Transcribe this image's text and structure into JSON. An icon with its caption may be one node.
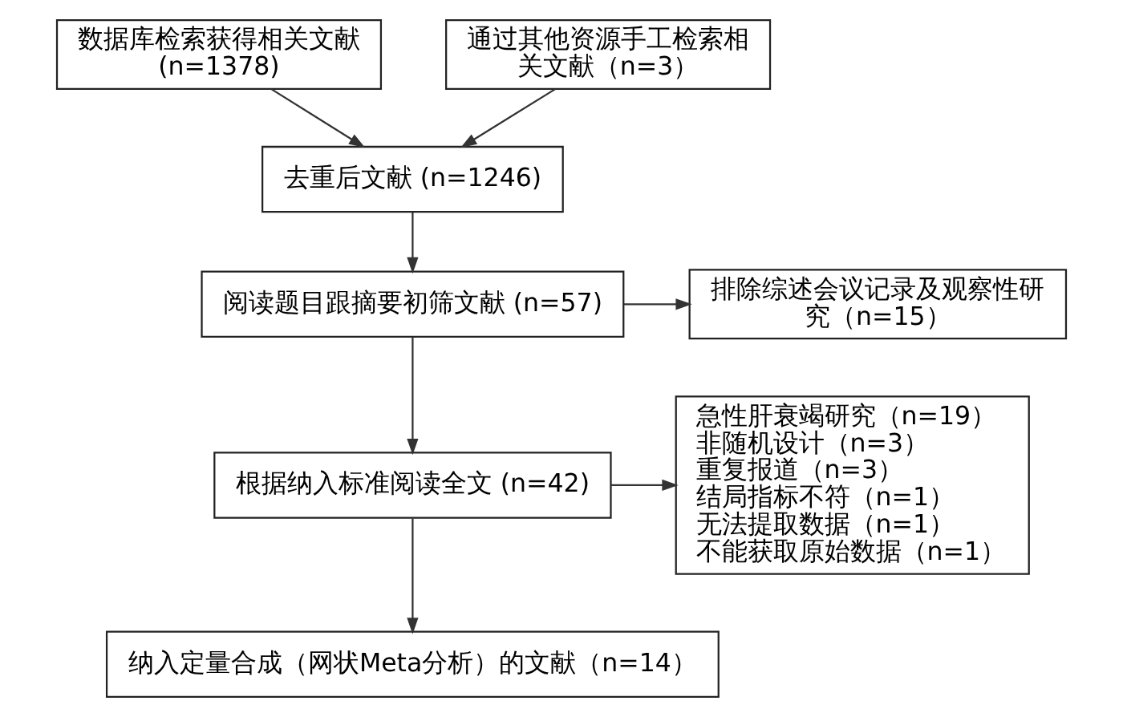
{
  "diagram": {
    "nodes": [
      {
        "text": [
          "数据库检索获得相关文献 (n=1378)"
        ]
      },
      {
        "text": [
          "通过其他资源手工检索相关文献（n=3）"
        ]
      },
      {
        "text": [
          "去重后文献 (n=1246)"
        ]
      },
      {
        "text": [
          "阅读题目跟摘要初筛文献 (n=57)"
        ]
      },
      {
        "text": [
          "排除综述会议记录及观察性研究（n=15）"
        ]
      },
      {
        "text": [
          "根据纳入标准阅读全文 (n=42)"
        ]
      },
      {
        "text": [
          "急性肝衰竭研究（n=19）",
          "非随机设计（n=3）",
          "重复报道（n=3）",
          "结局指标不符（n=1）",
          "无法提取数据（n=1）",
          "不能获取原始数据（n=1）"
        ]
      },
      {
        "text": [
          "纳入定量合成（网状Meta分析）的文献（n=14）"
        ]
      }
    ],
    "edges": [
      {
        "from": 0,
        "to": 2,
        "arrow": "to"
      },
      {
        "from": 1,
        "to": 2,
        "arrow": "to"
      },
      {
        "from": 2,
        "to": 3,
        "arrow": "to"
      },
      {
        "from": 3,
        "to": 4,
        "arrow": "to"
      },
      {
        "from": 3,
        "to": 5,
        "arrow": "to"
      },
      {
        "from": 5,
        "to": 6,
        "arrow": "to"
      },
      {
        "from": 5,
        "to": 7,
        "arrow": "to"
      }
    ]
  }
}
